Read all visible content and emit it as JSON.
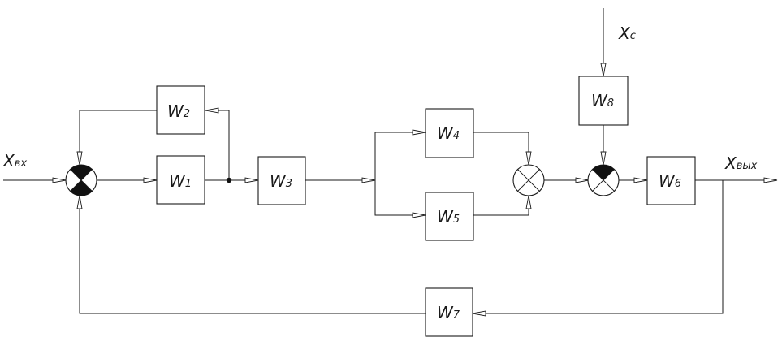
{
  "blocks": {
    "w1": {
      "main": "W",
      "sub": "1"
    },
    "w2": {
      "main": "W",
      "sub": "2"
    },
    "w3": {
      "main": "W",
      "sub": "3"
    },
    "w4": {
      "main": "W",
      "sub": "4"
    },
    "w5": {
      "main": "W",
      "sub": "5"
    },
    "w6": {
      "main": "W",
      "sub": "6"
    },
    "w7": {
      "main": "W",
      "sub": "7"
    },
    "w8": {
      "main": "W",
      "sub": "8"
    }
  },
  "signals": {
    "input": {
      "main": "X",
      "sub": "вх"
    },
    "output": {
      "main": "X",
      "sub": "вых"
    },
    "disturbance": {
      "main": "X",
      "sub": "с"
    }
  }
}
